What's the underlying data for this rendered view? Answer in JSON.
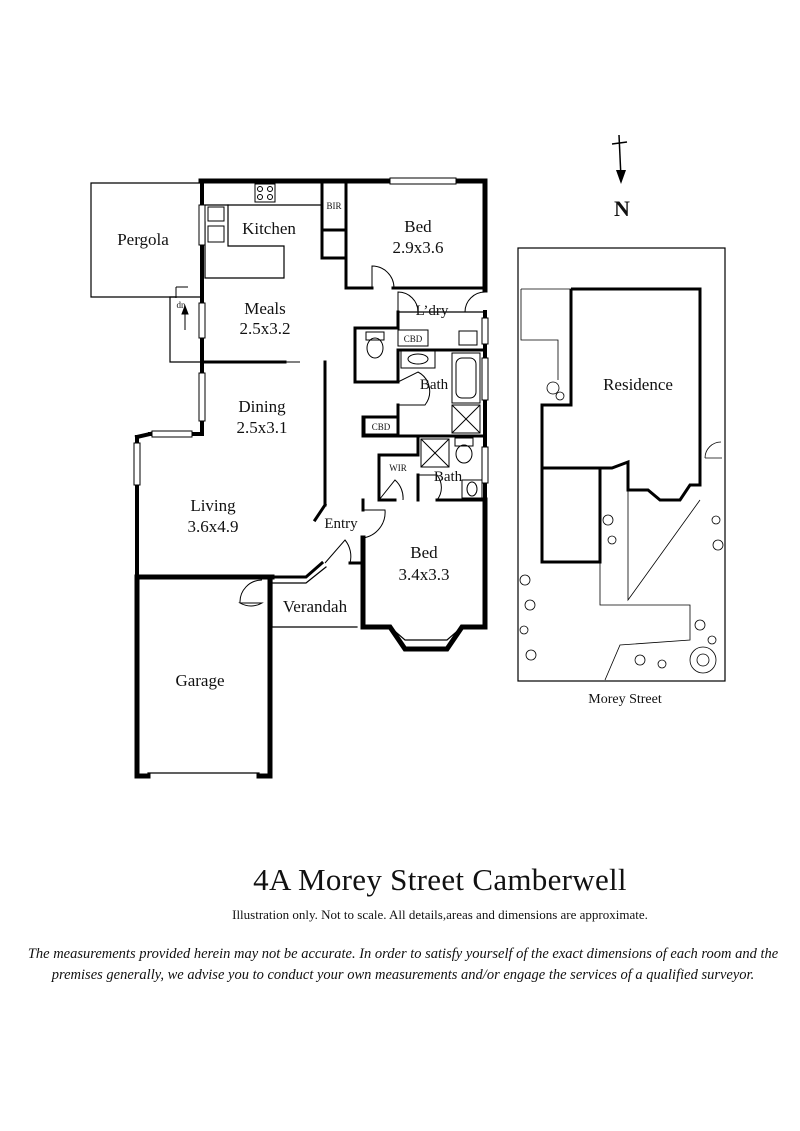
{
  "plan": {
    "rooms": {
      "pergola": {
        "name": "Pergola"
      },
      "kitchen": {
        "name": "Kitchen"
      },
      "bir": {
        "name": "BIR"
      },
      "bed1": {
        "name": "Bed",
        "size": "2.9x3.6"
      },
      "meals": {
        "name": "Meals",
        "size": "2.5x3.2"
      },
      "laundry": {
        "name": "L’dry"
      },
      "cbd1": {
        "name": "CBD"
      },
      "bath1": {
        "name": "Bath"
      },
      "cbd2": {
        "name": "CBD"
      },
      "dining": {
        "name": "Dining",
        "size": "2.5x3.1"
      },
      "wir": {
        "name": "WIR"
      },
      "bath2": {
        "name": "Bath"
      },
      "living": {
        "name": "Living",
        "size": "3.6x4.9"
      },
      "entry": {
        "name": "Entry"
      },
      "bed2": {
        "name": "Bed",
        "size": "3.4x3.3"
      },
      "verandah": {
        "name": "Verandah"
      },
      "garage": {
        "name": "Garage"
      }
    },
    "step_label": "dn"
  },
  "site": {
    "residence_label": "Residence",
    "street_label": "Morey Street",
    "north_label": "N"
  },
  "title": "4A  Morey Street Camberwell",
  "note": "Illustration only. Not to scale. All details,areas and dimensions are approximate.",
  "disclaimer": "The measurements provided herein may not be accurate. In order to satisfy yourself of the exact dimensions of each room and the premises generally, we advise you to conduct your own measurements and/or engage the services of a qualified surveyor."
}
